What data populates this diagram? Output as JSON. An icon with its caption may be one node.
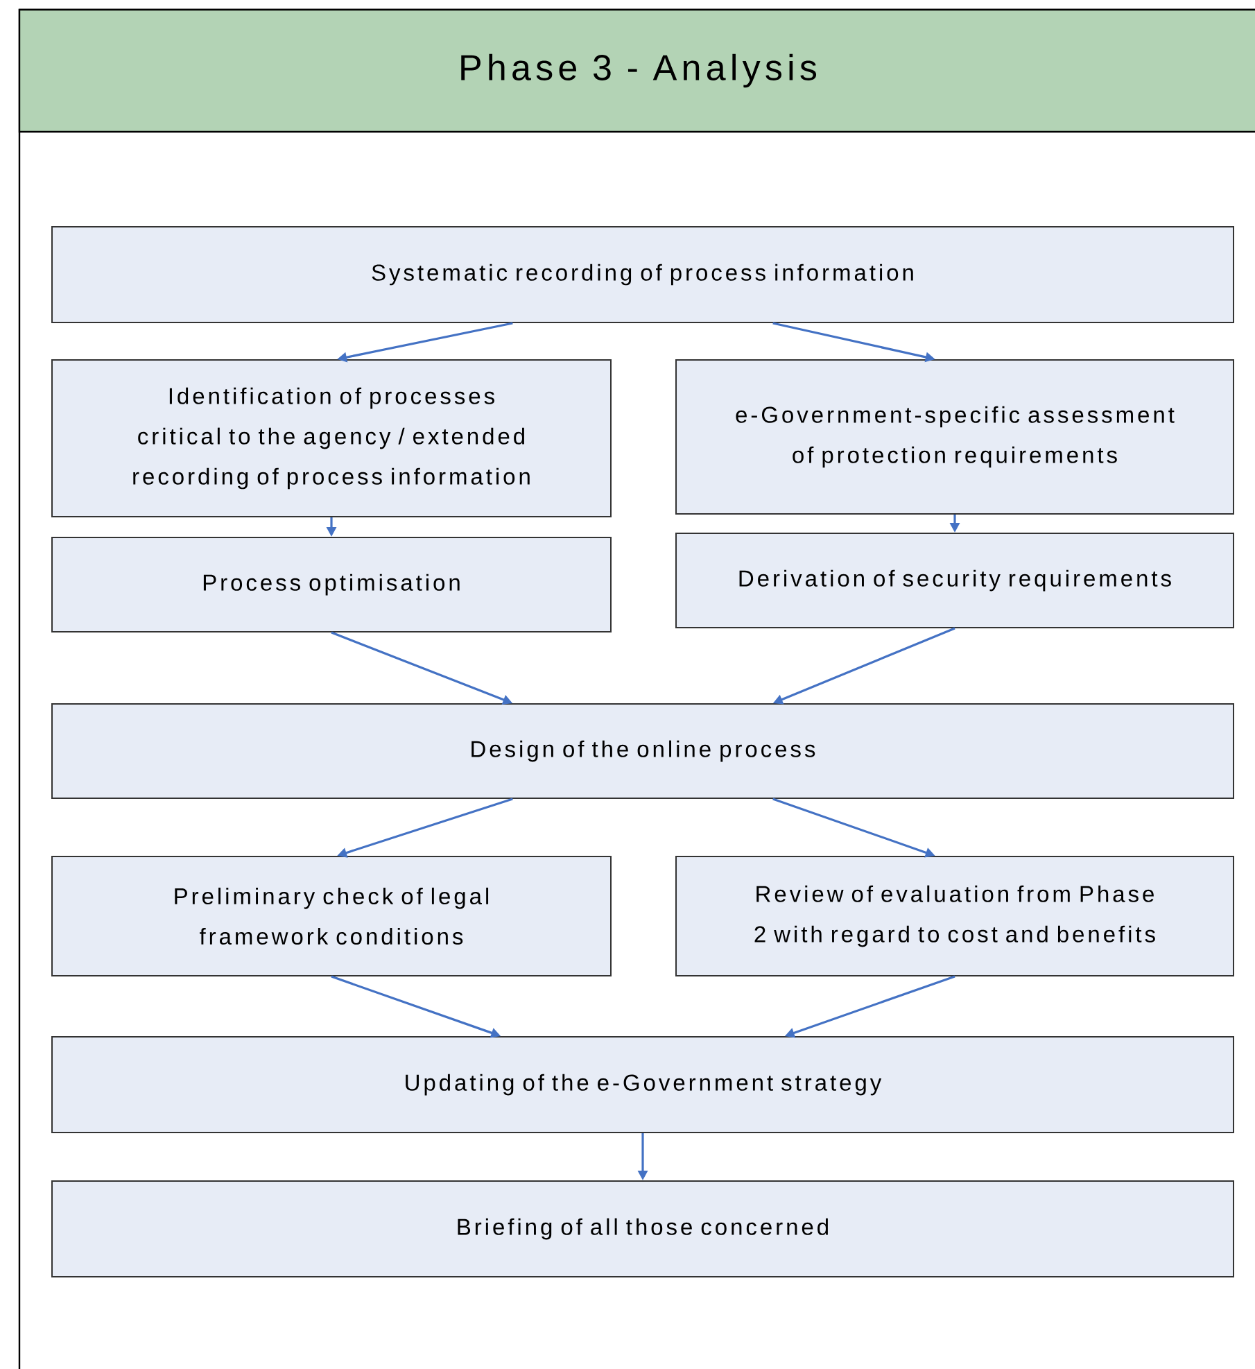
{
  "diagram": {
    "title": "Phase 3 - Analysis",
    "nodes": [
      {
        "text": [
          "Systematic recording of process information"
        ]
      },
      {
        "text": [
          "Identification of processes critical to the agency / extended recording of process information"
        ]
      },
      {
        "text": [
          "e-Government-specific assessment of protection requirements"
        ]
      },
      {
        "text": [
          "Process optimisation"
        ]
      },
      {
        "text": [
          "Derivation of security requirements"
        ]
      },
      {
        "text": [
          "Design of the online process"
        ]
      },
      {
        "text": [
          "Preliminary check of legal framework conditions"
        ]
      },
      {
        "text": [
          "Review of evaluation from Phase 2 with regard to cost and benefits"
        ]
      },
      {
        "text": [
          "Updating of the e-Government strategy"
        ]
      },
      {
        "text": [
          "Briefing of all those concerned"
        ]
      }
    ],
    "edges": [
      {
        "from": 0,
        "to": 1,
        "arrow": "to"
      },
      {
        "from": 0,
        "to": 2,
        "arrow": "to"
      },
      {
        "from": 1,
        "to": 3,
        "arrow": "to"
      },
      {
        "from": 2,
        "to": 4,
        "arrow": "to"
      },
      {
        "from": 3,
        "to": 5,
        "arrow": "to"
      },
      {
        "from": 4,
        "to": 5,
        "arrow": "to"
      },
      {
        "from": 5,
        "to": 6,
        "arrow": "to"
      },
      {
        "from": 5,
        "to": 7,
        "arrow": "to"
      },
      {
        "from": 6,
        "to": 8,
        "arrow": "to"
      },
      {
        "from": 7,
        "to": 8,
        "arrow": "to"
      },
      {
        "from": 8,
        "to": 9,
        "arrow": "to"
      }
    ]
  }
}
